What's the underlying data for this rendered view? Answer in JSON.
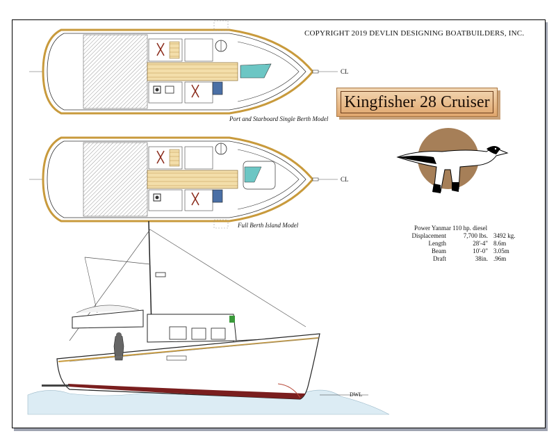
{
  "copyright": "COPYRIGHT   2019 DEVLIN DESIGNING BOATBUILDERS, INC.",
  "title": "Kingfisher 28 Cruiser",
  "plans": {
    "plan1_caption": "Port and Starboard Single Berth Model",
    "plan2_caption": "Full Berth Island Model",
    "centerline_label": "CL"
  },
  "specs": {
    "power": "Power   Yanmar  110 hp. diesel",
    "rows": [
      {
        "label": "Displacement",
        "imperial": "7,700 lbs.",
        "metric": "3492 kg."
      },
      {
        "label": "Length",
        "imperial": "28'-4\"",
        "metric": "8.6m"
      },
      {
        "label": "Beam",
        "imperial": "10'-0\"",
        "metric": "3.05m"
      },
      {
        "label": "Draft",
        "imperial": "38in.",
        "metric": ".96m"
      }
    ]
  },
  "profile": {
    "waterline_label": "DWL"
  },
  "colors": {
    "hull_outline": "#c89a3c",
    "bottom_paint": "#7a1e1e",
    "water": "#dcecf4",
    "badge": "#e6b07a",
    "logo_circle": "#a67f58"
  }
}
